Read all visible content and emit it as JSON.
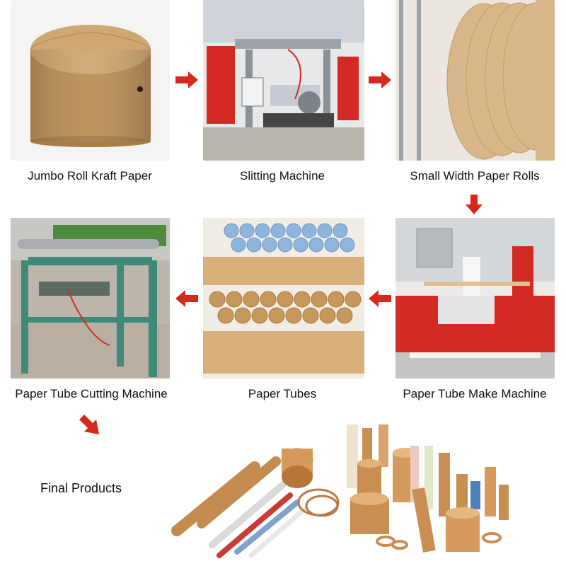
{
  "steps": {
    "jumbo_roll": "Jumbo Roll Kraft Paper",
    "slitting_machine": "Slitting Machine",
    "small_rolls": "Small Width Paper Rolls",
    "tube_make_machine": "Paper Tube Make Machine",
    "paper_tubes": "Paper Tubes",
    "tube_cutting_machine": "Paper Tube Cutting Machine",
    "final_products": "Final Products"
  },
  "colors": {
    "arrow": "#d7281e",
    "kraft": "#c9a36b",
    "machine_red": "#d42a24",
    "machine_green": "#3f8a78"
  }
}
